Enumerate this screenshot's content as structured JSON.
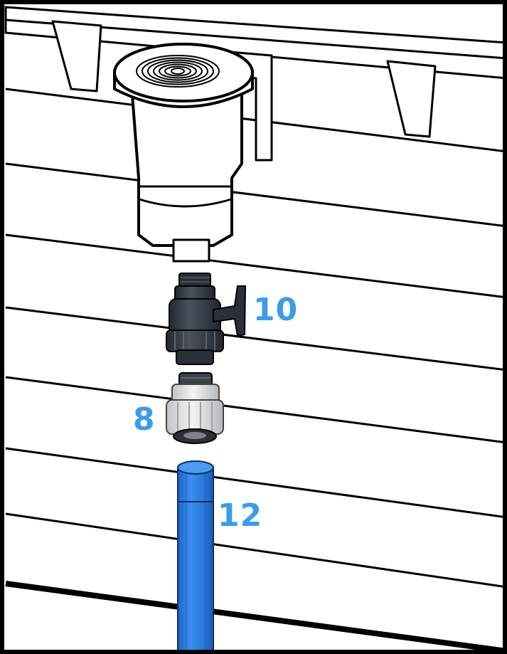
{
  "labels": {
    "valve": "10",
    "connector": "8",
    "pipe": "12"
  },
  "colors": {
    "label": "#3d9be9",
    "pipe": "#2e7fe0",
    "pipe_dark": "#1c62c0",
    "valve_body": "#303640",
    "outline": "#000000",
    "background": "#ffffff"
  }
}
